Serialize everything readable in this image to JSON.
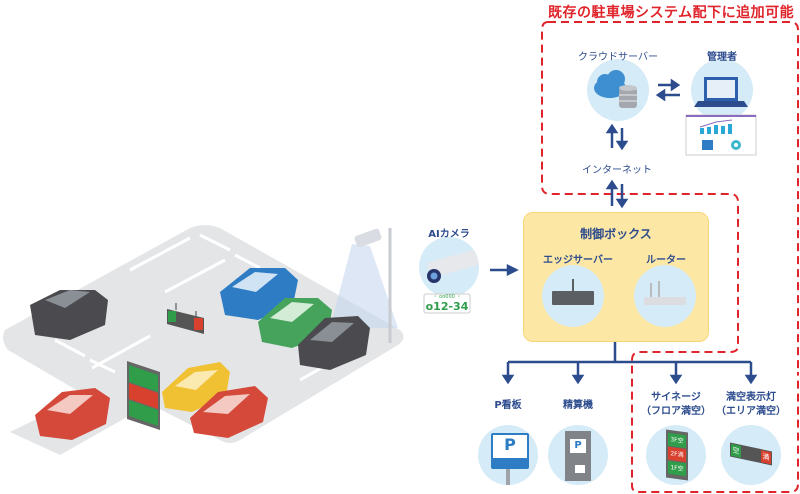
{
  "header": {
    "title": "既存の駐車場システム配下に追加可能"
  },
  "cloud": {
    "cloud_server_label": "クラウドサーバー",
    "admin_label": "管理者",
    "internet_label": "インターネット"
  },
  "camera": {
    "label": "AIカメラ",
    "plate_top": "・ oo000 ・",
    "plate_number": "o12-34"
  },
  "control_box": {
    "title": "制御ボックス",
    "edge_server_label": "エッジサーバー",
    "router_label": "ルーター"
  },
  "outputs": [
    {
      "label_line1": "P看板",
      "label_line2": ""
    },
    {
      "label_line1": "精算機",
      "label_line2": ""
    },
    {
      "label_line1": "サイネージ",
      "label_line2": "（フロア満空）"
    },
    {
      "label_line1": "満空表示灯",
      "label_line2": "（エリア満空）"
    }
  ],
  "parking_sign": {
    "floors": [
      {
        "floor": "3F",
        "status": "空"
      },
      {
        "floor": "2F",
        "status": "満"
      },
      {
        "floor": "1F",
        "status": "空"
      }
    ],
    "area_left": "空",
    "area_right": "満"
  },
  "p_sign_letter": "P",
  "colors": {
    "accent_blue": "#2d4c8e",
    "dashed_red": "#e0242b",
    "box_yellow": "#fde7a4",
    "circle_blue": "#d5ebf8",
    "available_green": "#2f9d4a",
    "full_red": "#d9412f"
  }
}
